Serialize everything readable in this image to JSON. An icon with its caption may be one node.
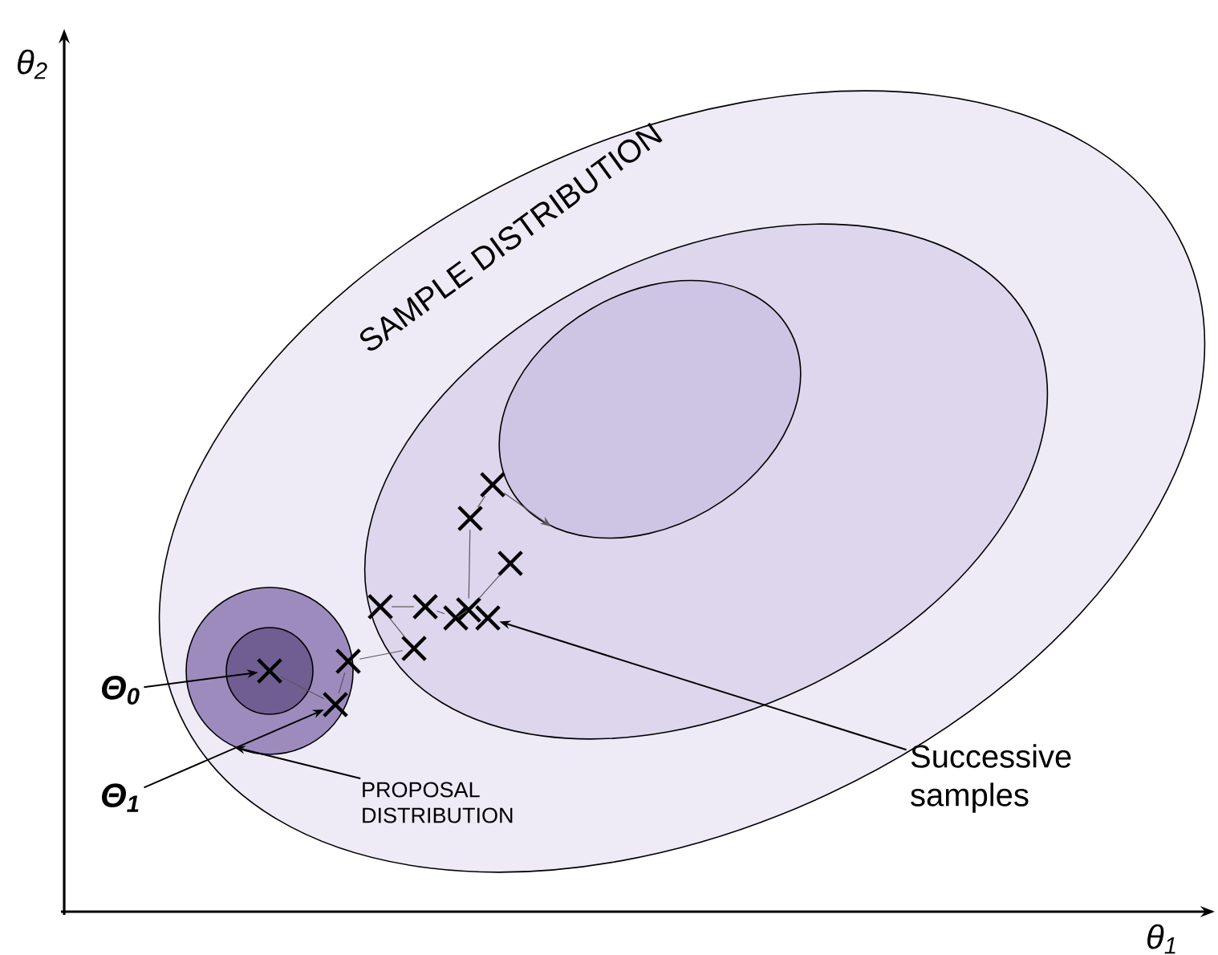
{
  "diagram": {
    "nodes": [
      {
        "text": [
          "SAMPLE DISTRIBUTION"
        ]
      },
      {
        "text": [],
        "shape": "ellipse",
        "in": 0
      },
      {
        "text": [],
        "shape": "ellipse",
        "in": 1
      },
      {
        "text": [],
        "shape": "circle",
        "in": 0
      },
      {
        "text": [],
        "shape": "circle",
        "in": 3
      },
      {
        "text": [
          "Θ$_{0}$"
        ]
      },
      {
        "text": [
          "Θ$_{1}$"
        ]
      },
      {
        "text": [
          "PROPOSAL DISTRIBUTION"
        ],
        "in": 0
      },
      {
        "text": [
          "Successive samples"
        ]
      },
      {
        "text": [],
        "shape": "cross",
        "in": 4
      },
      {
        "text": [],
        "shape": "cross",
        "in": 3
      },
      {
        "text": [],
        "shape": "cross",
        "in": 3
      },
      {
        "text": [],
        "shape": "cross",
        "in": 1
      },
      {
        "text": [],
        "shape": "cross",
        "in": 1
      },
      {
        "text": [],
        "shape": "cross",
        "in": 1
      },
      {
        "text": [],
        "shape": "cross",
        "in": 1
      },
      {
        "text": [],
        "shape": "cross",
        "in": 1
      },
      {
        "text": [],
        "shape": "cross",
        "in": 1
      },
      {
        "text": [],
        "shape": "cross",
        "in": 1
      },
      {
        "text": [],
        "shape": "cross",
        "in": 1
      },
      {
        "text": [],
        "shape": "cross",
        "in": 1
      }
    ],
    "edges": [
      {
        "from": 5,
        "to": 9,
        "arrow": "to"
      },
      {
        "from": 6,
        "to": 10,
        "arrow": "to"
      },
      {
        "from": 7,
        "to": 3,
        "arrow": "to"
      },
      {
        "from": 8,
        "to": 17,
        "arrow": "to"
      },
      {
        "from": 9,
        "to": 10,
        "arrow": "none"
      },
      {
        "from": 10,
        "to": 11,
        "arrow": "none"
      },
      {
        "from": 11,
        "to": 12,
        "arrow": "none"
      },
      {
        "from": 12,
        "to": 13,
        "arrow": "none"
      },
      {
        "from": 13,
        "to": 14,
        "arrow": "none"
      },
      {
        "from": 14,
        "to": 15,
        "arrow": "none"
      },
      {
        "from": 15,
        "to": 16,
        "arrow": "none"
      },
      {
        "from": 16,
        "to": 19,
        "arrow": "none"
      },
      {
        "from": 19,
        "to": 20,
        "arrow": "none"
      },
      {
        "from": 16,
        "to": 18,
        "arrow": "none"
      },
      {
        "from": 20,
        "to": 2,
        "arrow": "to"
      }
    ],
    "labels": [
      "θ$_{2}$",
      "θ$_{1}$"
    ]
  }
}
